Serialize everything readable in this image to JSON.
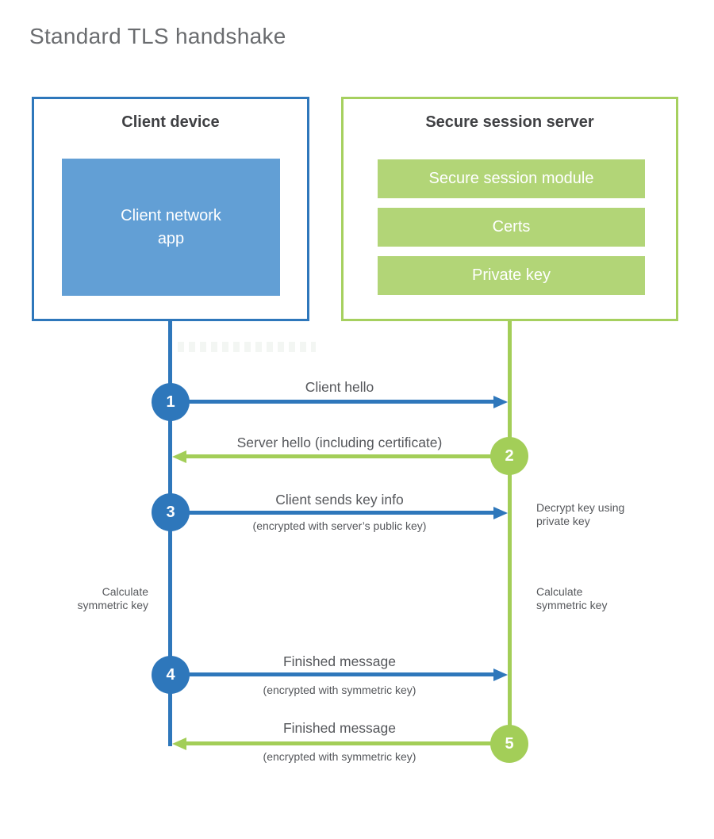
{
  "title": "Standard TLS handshake",
  "colors": {
    "blue": "#2e77bb",
    "blue_fill": "#629fd5",
    "green": "#a3ce58",
    "green_fill": "#b2d577",
    "green_border": "#a6d05f",
    "heading_text": "#3f4043",
    "label_text": "#55575b",
    "title_text": "#6a6c6f",
    "background": "#ffffff"
  },
  "client": {
    "title": "Client device",
    "app_label": "Client network\napp"
  },
  "server": {
    "title": "Secure session server",
    "modules": [
      "Secure session module",
      "Certs",
      "Private key"
    ]
  },
  "steps": [
    {
      "num": "1",
      "from": "client",
      "to": "server",
      "label": "Client hello",
      "sub": ""
    },
    {
      "num": "2",
      "from": "server",
      "to": "client",
      "label": "Server hello (including certificate)",
      "sub": ""
    },
    {
      "num": "3",
      "from": "client",
      "to": "server",
      "label": "Client sends key info",
      "sub": "(encrypted with server’s public key)"
    },
    {
      "num": "4",
      "from": "client",
      "to": "server",
      "label": "Finished message",
      "sub": "(encrypted with symmetric key)"
    },
    {
      "num": "5",
      "from": "server",
      "to": "client",
      "label": "Finished message",
      "sub": "(encrypted with symmetric key)"
    }
  ],
  "annotations": {
    "decrypt": "Decrypt key using\nprivate key",
    "calc_left": "Calculate\nsymmetric key",
    "calc_right": "Calculate\nsymmetric key"
  }
}
